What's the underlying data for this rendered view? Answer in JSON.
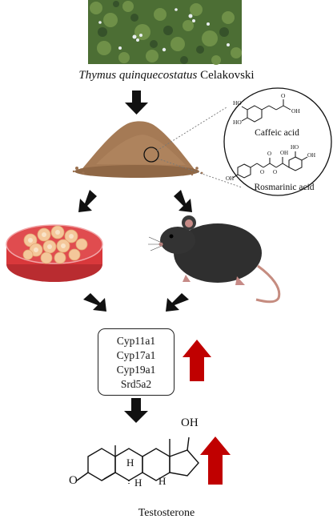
{
  "plant": {
    "name_italic": "Thymus quinquecostatus",
    "name_author": "Celakovski"
  },
  "compounds": {
    "caffeic": "Caffeic acid",
    "rosmarinic": "Rosmarinic acid"
  },
  "genes": [
    "Cyp11a1",
    "Cyp17a1",
    "Cyp19a1",
    "Srd5a2"
  ],
  "product": {
    "name": "Testosterone",
    "oh_label": "OH",
    "h_labels": [
      "H",
      "H",
      "H"
    ],
    "o_label": "O"
  },
  "caffeic_atoms": [
    "HO",
    "HO",
    "O",
    "OH"
  ],
  "rosmarinic_atoms": [
    "O",
    "OH",
    "HO",
    "OH",
    "O",
    "O",
    "OH",
    "HO"
  ],
  "colors": {
    "up_arrow": "#c00000",
    "flow_arrow": "#111111",
    "dish_red": "#d9383b",
    "cell": "#f4c79a",
    "mouse": "#2f2f2f",
    "soil": "#a57a55"
  }
}
